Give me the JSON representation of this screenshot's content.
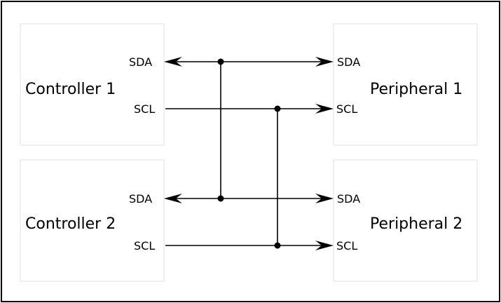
{
  "controllers": [
    {
      "title": "Controller 1",
      "pins": {
        "data": "SDA",
        "clock": "SCL"
      }
    },
    {
      "title": "Controller 2",
      "pins": {
        "data": "SDA",
        "clock": "SCL"
      }
    }
  ],
  "peripherals": [
    {
      "title": "Peripheral 1",
      "pins": {
        "data": "SDA",
        "clock": "SCL"
      }
    },
    {
      "title": "Peripheral 2",
      "pins": {
        "data": "SDA",
        "clock": "SCL"
      }
    }
  ],
  "connections": [
    {
      "line": "SDA",
      "direction": "bidirectional"
    },
    {
      "line": "SCL",
      "direction": "controller-to-peripheral"
    }
  ]
}
